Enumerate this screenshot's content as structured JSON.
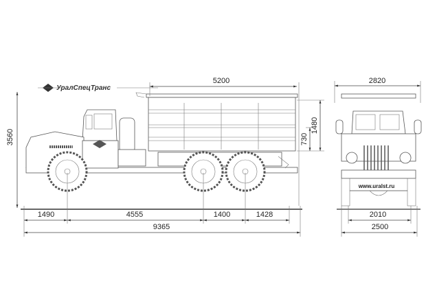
{
  "logo": {
    "text": "УралСпецТранс"
  },
  "website": "www.uralst.ru",
  "side_view": {
    "overall_height": "3560",
    "body_length": "5200",
    "body_height": "1480",
    "side_board_height": "730",
    "front_overhang": "1490",
    "wheelbase_front": "4555",
    "wheelbase_rear": "1400",
    "rear_overhang": "1428",
    "overall_length": "9365"
  },
  "front_view": {
    "body_width": "2820",
    "track": "2010",
    "overall_width": "2500"
  }
}
